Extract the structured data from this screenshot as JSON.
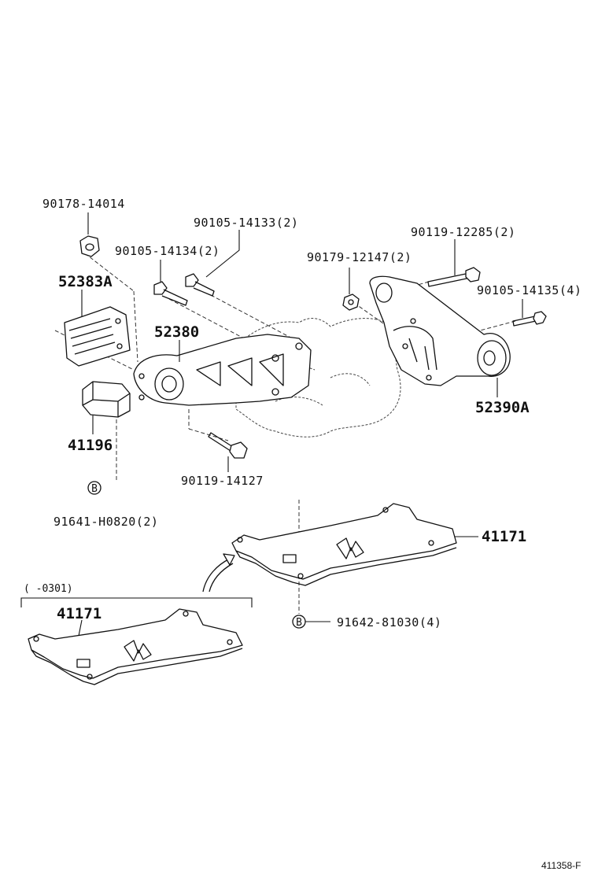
{
  "labels": {
    "p90178_14014": "90178-14014",
    "p90105_14133": "90105-14133(2)",
    "p90105_14134": "90105-14134(2)",
    "p52383A": "52383A",
    "p52380": "52380",
    "p90179_12147": "90179-12147(2)",
    "p90119_12285": "90119-12285(2)",
    "p90105_14135": "90105-14135(4)",
    "p52390A": "52390A",
    "p41196": "41196",
    "p90119_14127": "90119-14127",
    "p91641_H0820": "91641-H0820(2)",
    "p41171_new": "41171",
    "p41171_old": "41171",
    "p91642_81030": "91642-81030(4)",
    "marker_b": "B",
    "date_range": "(   -0301)",
    "diagram_id": "411358-F"
  }
}
